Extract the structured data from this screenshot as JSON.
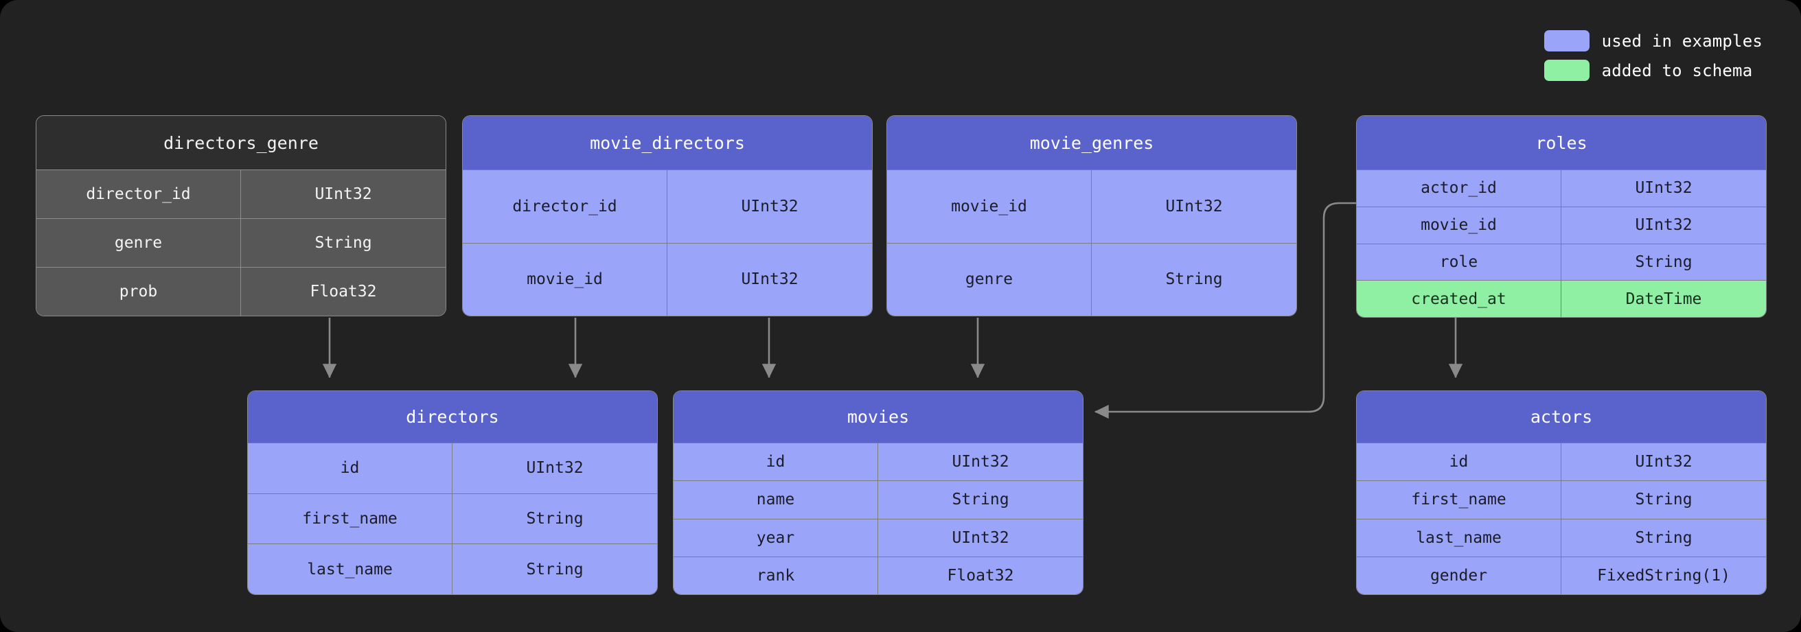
{
  "legend": {
    "items": [
      {
        "label": "used in examples",
        "color": "#9aa4f9",
        "name": "legend-used-in-examples"
      },
      {
        "label": "added to schema",
        "color": "#8ff0a4",
        "name": "legend-added-to-schema"
      }
    ]
  },
  "colors": {
    "background": "#222222",
    "highlight_header": "#5a63cb",
    "highlight_row": "#9aa4f9",
    "added_row": "#8ff0a4",
    "neutral_header": "#2e2e2e",
    "neutral_row": "#575757",
    "connector": "#8a8a8a",
    "border": "#8a8a8a"
  },
  "tables": [
    {
      "name": "directors_genre",
      "highlight": "none",
      "columns": [
        {
          "name": "director_id",
          "type": "UInt32",
          "state": "normal"
        },
        {
          "name": "genre",
          "type": "String",
          "state": "normal"
        },
        {
          "name": "prob",
          "type": "Float32",
          "state": "normal"
        }
      ]
    },
    {
      "name": "movie_directors",
      "highlight": "used",
      "columns": [
        {
          "name": "director_id",
          "type": "UInt32",
          "state": "normal"
        },
        {
          "name": "movie_id",
          "type": "UInt32",
          "state": "normal"
        }
      ]
    },
    {
      "name": "movie_genres",
      "highlight": "used",
      "columns": [
        {
          "name": "movie_id",
          "type": "UInt32",
          "state": "normal"
        },
        {
          "name": "genre",
          "type": "String",
          "state": "normal"
        }
      ]
    },
    {
      "name": "roles",
      "highlight": "used",
      "columns": [
        {
          "name": "actor_id",
          "type": "UInt32",
          "state": "normal"
        },
        {
          "name": "movie_id",
          "type": "UInt32",
          "state": "normal"
        },
        {
          "name": "role",
          "type": "String",
          "state": "normal"
        },
        {
          "name": "created_at",
          "type": "DateTime",
          "state": "added"
        }
      ]
    },
    {
      "name": "directors",
      "highlight": "used",
      "columns": [
        {
          "name": "id",
          "type": "UInt32",
          "state": "normal"
        },
        {
          "name": "first_name",
          "type": "String",
          "state": "normal"
        },
        {
          "name": "last_name",
          "type": "String",
          "state": "normal"
        }
      ]
    },
    {
      "name": "movies",
      "highlight": "used",
      "columns": [
        {
          "name": "id",
          "type": "UInt32",
          "state": "normal"
        },
        {
          "name": "name",
          "type": "String",
          "state": "normal"
        },
        {
          "name": "year",
          "type": "UInt32",
          "state": "normal"
        },
        {
          "name": "rank",
          "type": "Float32",
          "state": "normal"
        }
      ]
    },
    {
      "name": "actors",
      "highlight": "used",
      "columns": [
        {
          "name": "id",
          "type": "UInt32",
          "state": "normal"
        },
        {
          "name": "first_name",
          "type": "String",
          "state": "normal"
        },
        {
          "name": "last_name",
          "type": "String",
          "state": "normal"
        },
        {
          "name": "gender",
          "type": "FixedString(1)",
          "state": "normal"
        }
      ]
    }
  ],
  "relationships": [
    {
      "from": "directors_genre",
      "to": "directors"
    },
    {
      "from": "movie_directors",
      "to": "directors"
    },
    {
      "from": "movie_directors",
      "to": "movies"
    },
    {
      "from": "movie_genres",
      "to": "movies"
    },
    {
      "from": "roles",
      "to": "movies"
    },
    {
      "from": "roles",
      "to": "actors"
    }
  ]
}
